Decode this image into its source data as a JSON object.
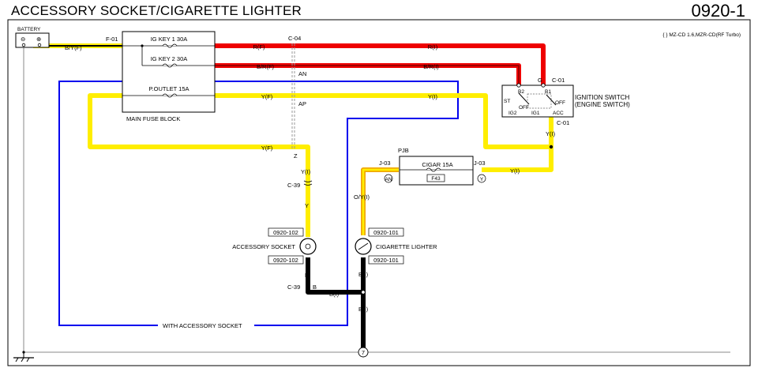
{
  "header": {
    "title": "ACCESSORY SOCKET/CIGARETTE LIGHTER",
    "code": "0920-1"
  },
  "note": "{ } MZ-CD 1.6,MZR-CD(RF Turbo)",
  "colors": {
    "red": "#ee0000",
    "dark_red": "#a00000",
    "yellow": "#ffee00",
    "blue": "#0000ee",
    "black": "#000000",
    "orange": "#f0a800"
  },
  "battery": {
    "label": "BATTERY",
    "minus": "⊖",
    "plus": "⊕"
  },
  "fuse_block": {
    "label": "MAIN FUSE BLOCK",
    "connector": "F-01",
    "fuses": [
      {
        "name": "IG KEY 1 30A"
      },
      {
        "name": "IG KEY 2 30A"
      },
      {
        "name": "P.OUTLET 15A"
      }
    ]
  },
  "wires": {
    "by_f": "B/Y(F)",
    "r_f": "R(F)",
    "r_i": "R(I)",
    "br_f": "B/R(F)",
    "br_i": "B/R(I)",
    "y_f1": "Y(F)",
    "y_i1": "Y(I)",
    "y_f2": "Y(F)",
    "y_i_c39": "Y(I)",
    "y": "Y",
    "y_i_sw": "Y(I)",
    "y_i_pjb": "Y(I)",
    "oy_i": "O/Y(I)",
    "b1": "B",
    "b2": "B",
    "b_i1": "B(I)",
    "b_i2": "B(I)",
    "b_i3": "B(I)"
  },
  "connectors": {
    "c04": "C-04",
    "an": "AN",
    "ap": "AP",
    "z": "Z",
    "c39a": "C-39",
    "c39b": "C-39",
    "c01a": "C-01",
    "c01b": "C-01",
    "j03a": "J-03",
    "j03b": "J-03",
    "an_circle": "AN",
    "y_circle": "Y"
  },
  "ignition": {
    "name_line1": "IGNITION SWITCH",
    "name_line2": "(ENGINE SWITCH)",
    "terms": {
      "g": "G",
      "b2": "B2",
      "b1": "B1",
      "st": "ST",
      "ig2": "IG2",
      "ig1": "IG1",
      "acc": "ACC",
      "off1": "OFF",
      "off2": "OFF"
    }
  },
  "pjb": {
    "label": "PJB",
    "fuse": "CIGAR 15A",
    "code": "F43"
  },
  "accessory_socket": {
    "label": "ACCESSORY SOCKET",
    "code_top": "0920-102",
    "code_bottom": "0920-102"
  },
  "cigarette_lighter": {
    "label": "CIGARETTE LIGHTER",
    "code_top": "0920-101",
    "code_bottom": "0920-101"
  },
  "with_accessory": "WITH ACCESSORY SOCKET",
  "ground": {
    "ref": "7"
  }
}
